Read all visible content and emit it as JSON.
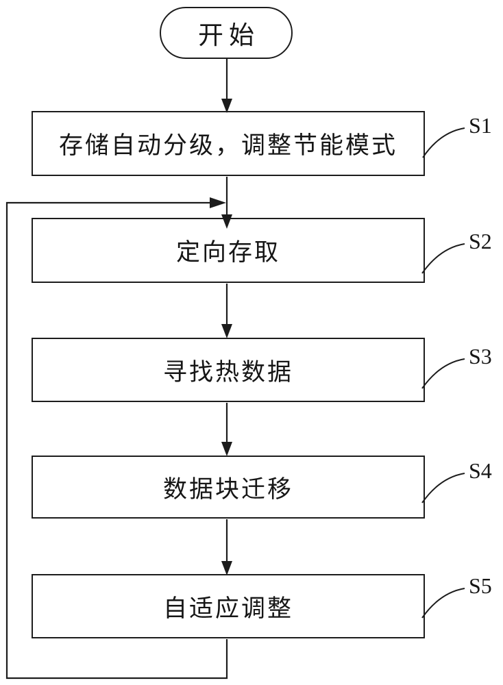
{
  "diagram": {
    "start_label": "开始",
    "steps": [
      {
        "id": "S1",
        "text": "存储自动分级，调整节能模式"
      },
      {
        "id": "S2",
        "text": "定向存取"
      },
      {
        "id": "S3",
        "text": "寻找热数据"
      },
      {
        "id": "S4",
        "text": "数据块迁移"
      },
      {
        "id": "S5",
        "text": "自适应调整"
      }
    ],
    "colors": {
      "line": "#1c1c1c",
      "background": "#ffffff"
    }
  }
}
